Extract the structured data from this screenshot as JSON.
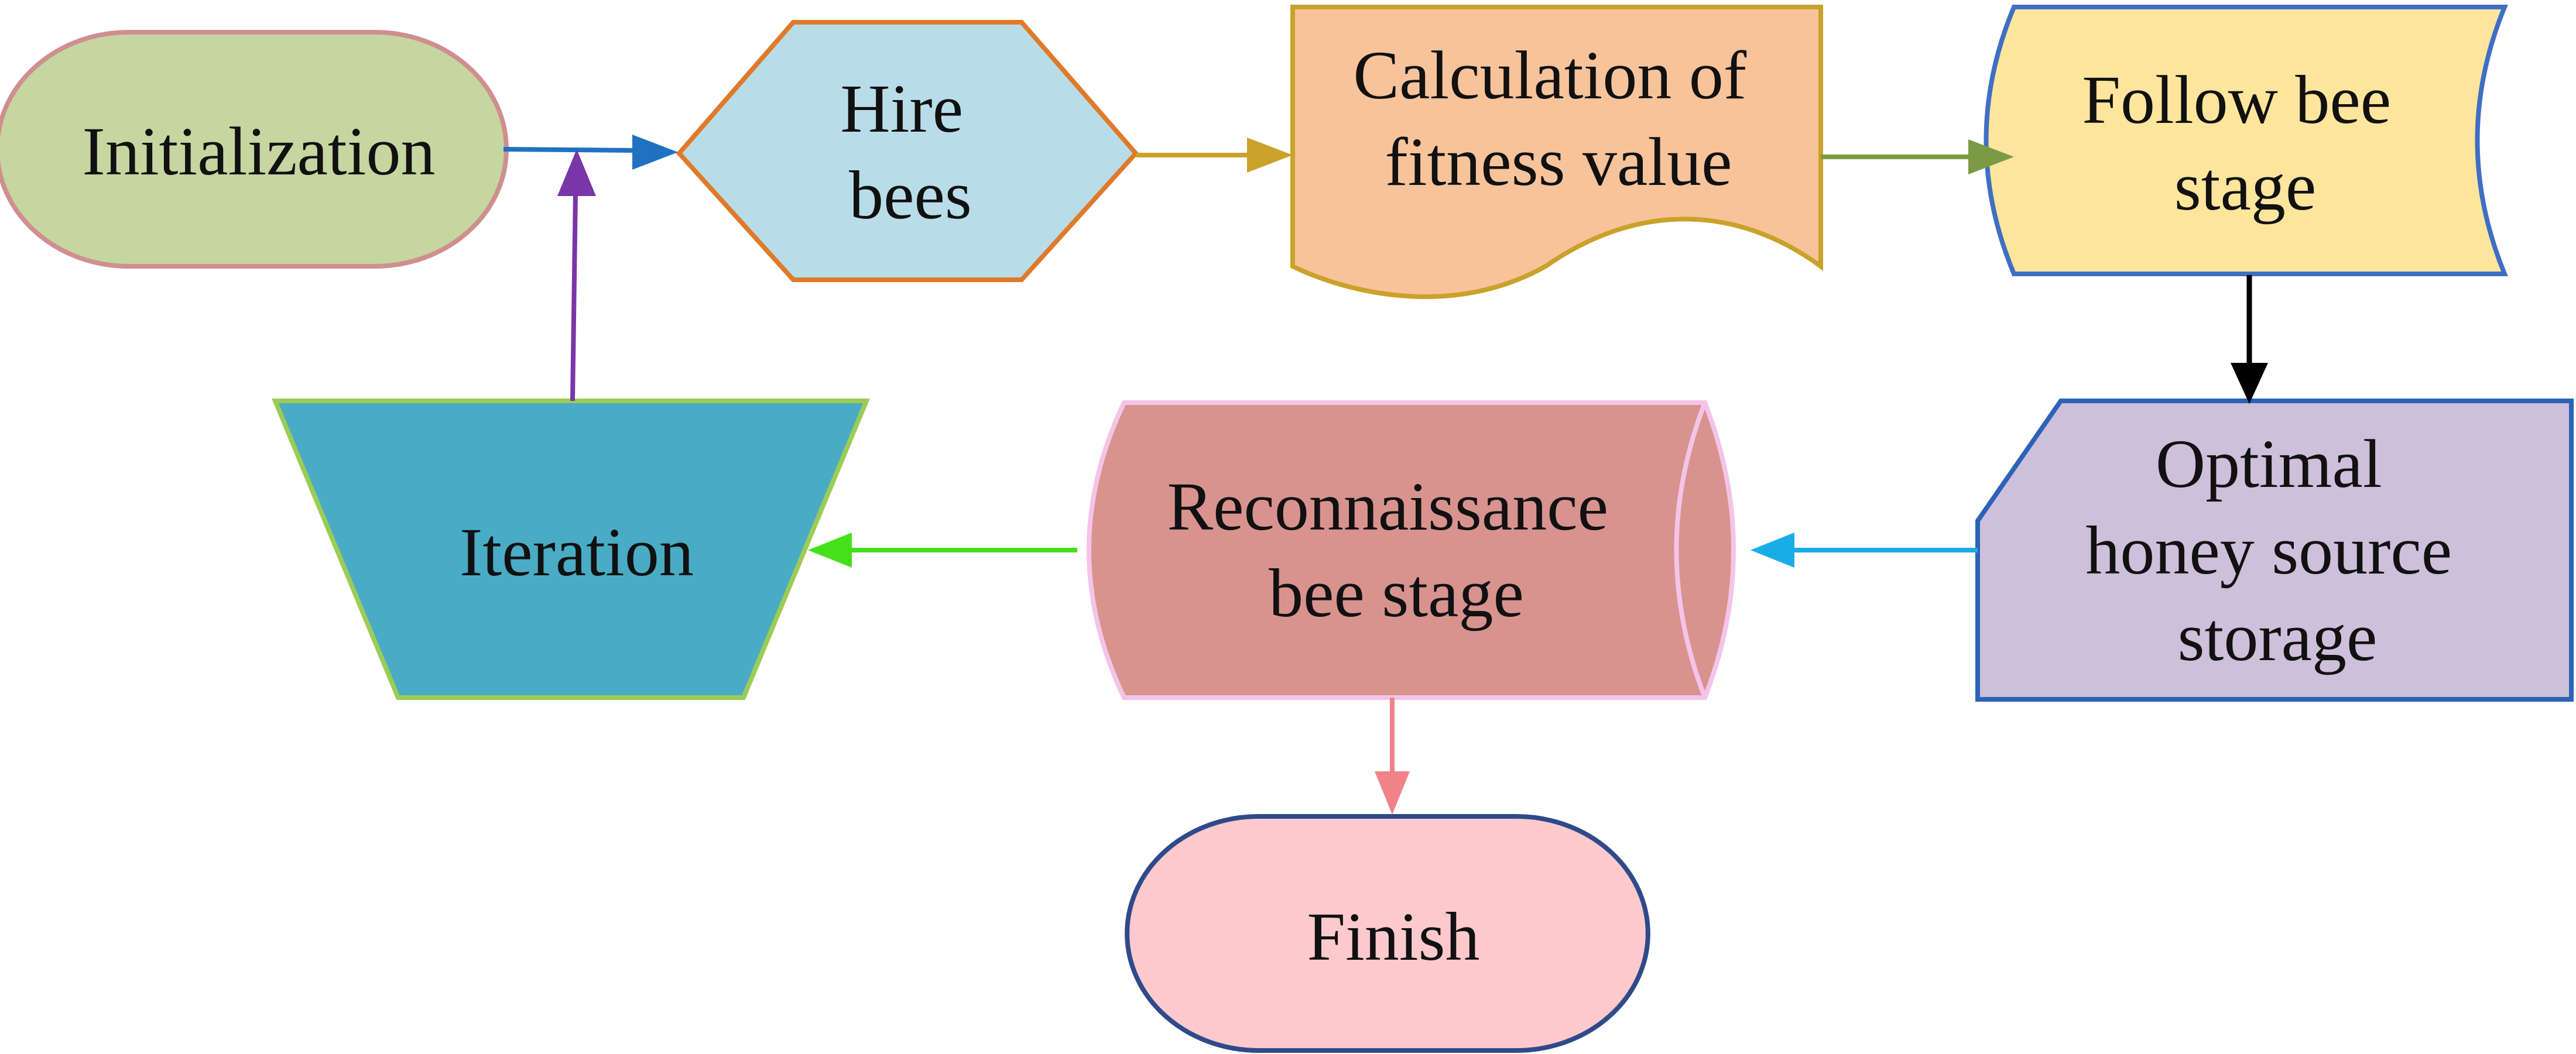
{
  "nodes": {
    "initialization": {
      "lines": [
        "Initialization"
      ],
      "fill": "#c5d6a0",
      "stroke": "#d08f8f"
    },
    "hire_bees": {
      "lines": [
        "Hire",
        "bees"
      ],
      "fill": "#b8dde8",
      "stroke": "#e07a2a"
    },
    "fitness": {
      "lines": [
        "Calculation of",
        "fitness value"
      ],
      "fill": "#f7c39b",
      "stroke": "#c9a22a"
    },
    "follow_bee": {
      "lines": [
        "Follow bee",
        "stage"
      ],
      "fill": "#fde59c",
      "stroke": "#3f6fc4"
    },
    "optimal_storage": {
      "lines": [
        "Optimal",
        "honey source",
        "storage"
      ],
      "fill": "#cdc0da",
      "stroke": "#2c63b8"
    },
    "reconnaissance": {
      "lines": [
        "Reconnaissance",
        "bee stage"
      ],
      "fill": "#d8938f",
      "stroke": "#f4c4e8"
    },
    "iteration": {
      "lines": [
        "Iteration"
      ],
      "fill": "#4aabc5",
      "stroke": "#9ccc55"
    },
    "finish": {
      "lines": [
        "Finish"
      ],
      "fill": "#fdc9cc",
      "stroke": "#2e4a8a"
    }
  },
  "edges": {
    "init_to_hire": {
      "color": "#1f72c2"
    },
    "hire_to_fitness": {
      "color": "#c9a22a"
    },
    "fitness_to_follow": {
      "color": "#7c9a46"
    },
    "follow_to_optimal": {
      "color": "#000000"
    },
    "optimal_to_recon": {
      "color": "#1aace8"
    },
    "recon_to_iteration": {
      "color": "#46e01a"
    },
    "iteration_to_init": {
      "color": "#7a35a8"
    },
    "recon_to_finish": {
      "color": "#f2828a"
    }
  }
}
